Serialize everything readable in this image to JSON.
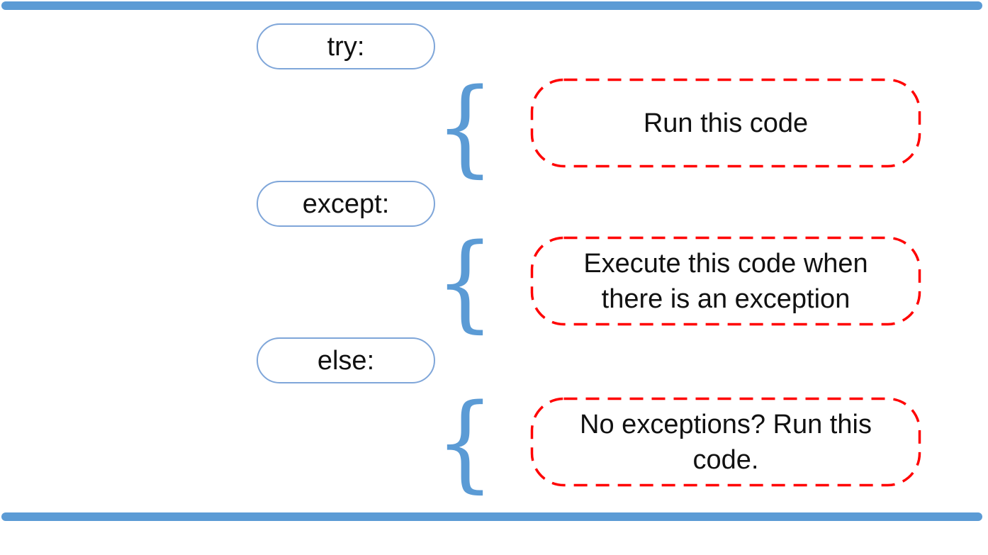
{
  "diagram": {
    "description": "Python try / except / else flow explanation",
    "colors": {
      "accent_blue": "#5B9BD5",
      "keyword_border_blue": "#7FA6D9",
      "dashed_red": "#FF0000",
      "text": "#111111"
    },
    "brace_glyph": "{",
    "keywords": [
      {
        "label": "try:"
      },
      {
        "label": "except:"
      },
      {
        "label": "else:"
      }
    ],
    "boxes": [
      {
        "lines": [
          "Run this code"
        ]
      },
      {
        "lines": [
          "Execute this code when",
          "there is an exception"
        ]
      },
      {
        "lines": [
          "No exceptions? Run this",
          "code."
        ]
      }
    ]
  }
}
